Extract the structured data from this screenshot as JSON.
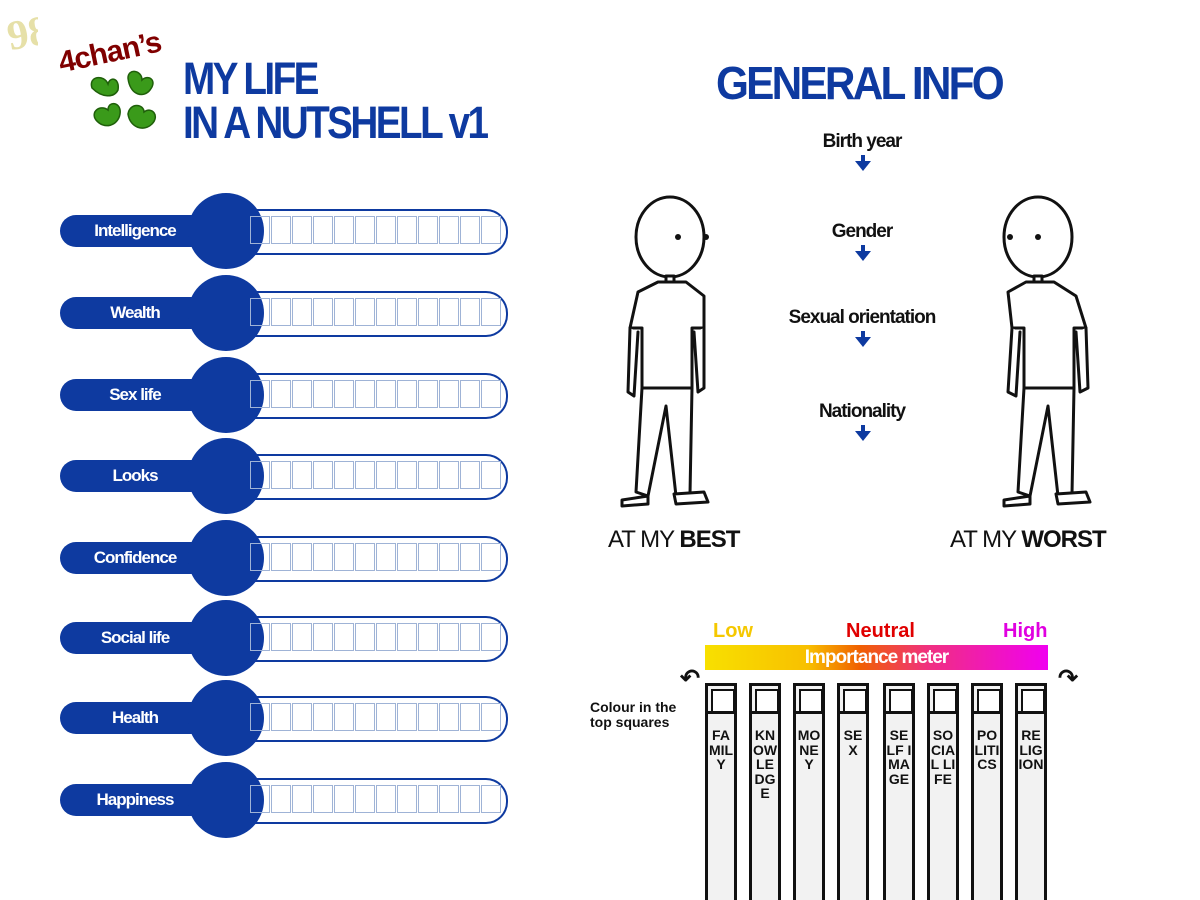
{
  "header": {
    "brand": "4chan’s",
    "title_line1": "MY LIFE",
    "title_line2": "IN A NUTSHELL v1"
  },
  "stats": [
    {
      "label": "Intelligence"
    },
    {
      "label": "Wealth"
    },
    {
      "label": "Sex life"
    },
    {
      "label": "Looks"
    },
    {
      "label": "Confidence"
    },
    {
      "label": "Social life"
    },
    {
      "label": "Health"
    },
    {
      "label": "Happiness"
    }
  ],
  "general_info": {
    "title": "GENERAL INFO",
    "fields": [
      "Birth year",
      "Gender",
      "Sexual orientation",
      "Nationality"
    ],
    "best_prefix": "AT MY ",
    "best_word": "BEST",
    "worst_prefix": "AT MY ",
    "worst_word": "WORST"
  },
  "importance": {
    "low": "Low",
    "neutral": "Neutral",
    "high": "High",
    "bar_label": "Importance meter",
    "note_line1": "Colour in the",
    "note_line2": "top squares",
    "columns": [
      "FAMILY",
      "KNOWLEDGE",
      "MONEY",
      "SEX",
      "SELF IMAGE",
      "SOCIAL LIFE",
      "POLITICS",
      "RELIGION"
    ]
  },
  "colors": {
    "primary_blue": "#0e3aa0",
    "brand_red": "#800000",
    "clover_green": "#3a9a1a"
  }
}
